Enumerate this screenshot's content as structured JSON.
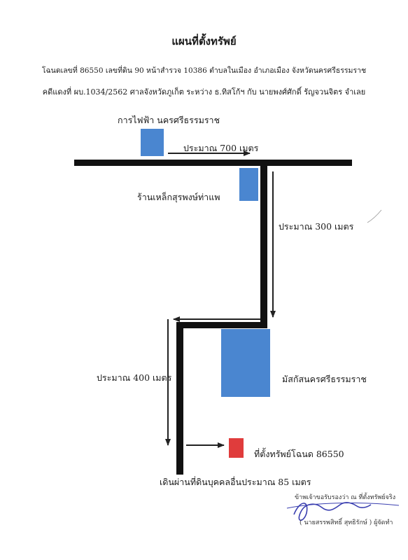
{
  "header": {
    "title": "แผนที่ตั้งทรัพย์",
    "deed_line": "โฉนดเลขที่ 86550  เลขที่ดิน 90  หน้าสำรวจ 10386  ตำบลในเมือง อำเภอเมือง  จังหวัดนครศรีธรรมราช",
    "case_line": "คดีแดงที่ ผบ.1034/2562  ศาลจังหวัดภูเก็ต  ระหว่าง ธ.ทิสโก้ฯ กับ นายพงศ์ศักดิ์ รัญจวนจิตร จำเลย"
  },
  "places": {
    "power_office": "การไฟฟ้า นครศรีธรรมราช",
    "hardware_store": "ร้านเหล็กสุรพงษ์ท่าแพ",
    "mosque": "มัสกัสนครศรีธรรมราช",
    "property": "ที่ตั้งทรัพย์โฉนด 86550"
  },
  "distances": {
    "road_700": "ประมาณ 700 เมตร",
    "road_300": "ประมาณ 300 เมตร",
    "road_400": "ประมาณ 400 เมตร",
    "walk_85": "เดินผ่านที่ดินบุคคลอื่นประมาณ 85 เมตร"
  },
  "signature": {
    "certify_note": "ข้าพเจ้าขอรับรองว่า ณ ที่ตั้งทรัพย์จริง",
    "signer": "( นายสรรพสิทธิ์  สุทธิรักษ์ ) ผู้จัดทำ"
  },
  "colors": {
    "landmark_blue": "#4a86d0",
    "property_red": "#e03c3c",
    "road_black": "#111111"
  }
}
